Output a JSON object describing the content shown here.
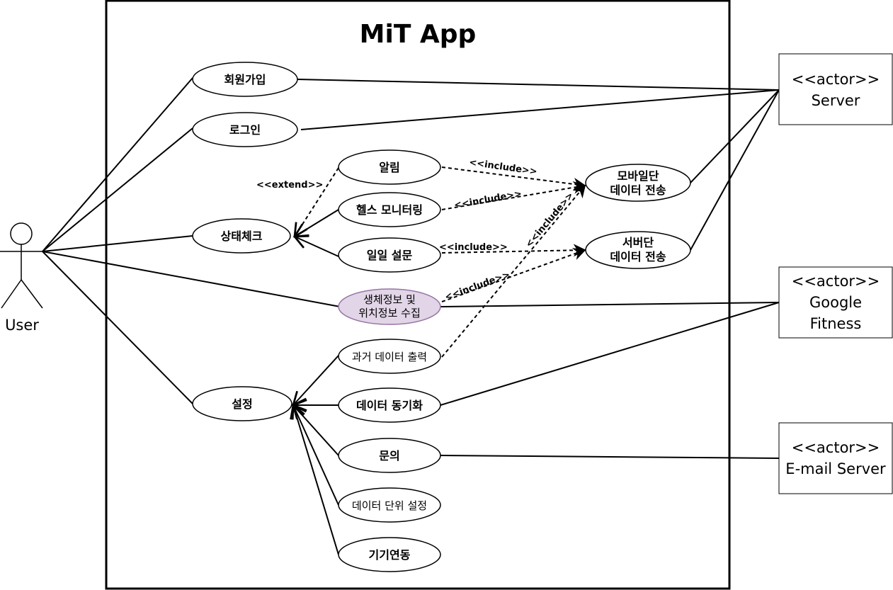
{
  "system": {
    "title": "MiT App"
  },
  "actors": {
    "user": "User",
    "server": [
      "<<actor>>",
      "Server"
    ],
    "google": [
      "<<actor>>",
      "Google",
      "Fitness"
    ],
    "email": [
      "<<actor>>",
      "E-mail Server"
    ]
  },
  "use_cases": {
    "signup": [
      "회원가입"
    ],
    "login": [
      "로그인"
    ],
    "notify": [
      "알림"
    ],
    "health": [
      "헬스 모니터링"
    ],
    "status": [
      "상태체크"
    ],
    "survey": [
      "일일 설문"
    ],
    "mobile_send": [
      "모바일단",
      "데이터 전송"
    ],
    "server_send": [
      "서버단",
      "데이터 전송"
    ],
    "collect": [
      "생체정보 및",
      "위치정보 수집"
    ],
    "past": [
      "과거 데이터 출력"
    ],
    "settings": [
      "설정"
    ],
    "sync": [
      "데이터 동기화"
    ],
    "inquiry": [
      "문의"
    ],
    "unit": [
      "데이터 단위 설정"
    ],
    "device": [
      "기기연동"
    ]
  },
  "relations": {
    "extend": "<<extend>>",
    "include": "<<include>>"
  },
  "colors": {
    "highlight_fill": "#e1d5e7",
    "highlight_stroke": "#9673a6"
  }
}
